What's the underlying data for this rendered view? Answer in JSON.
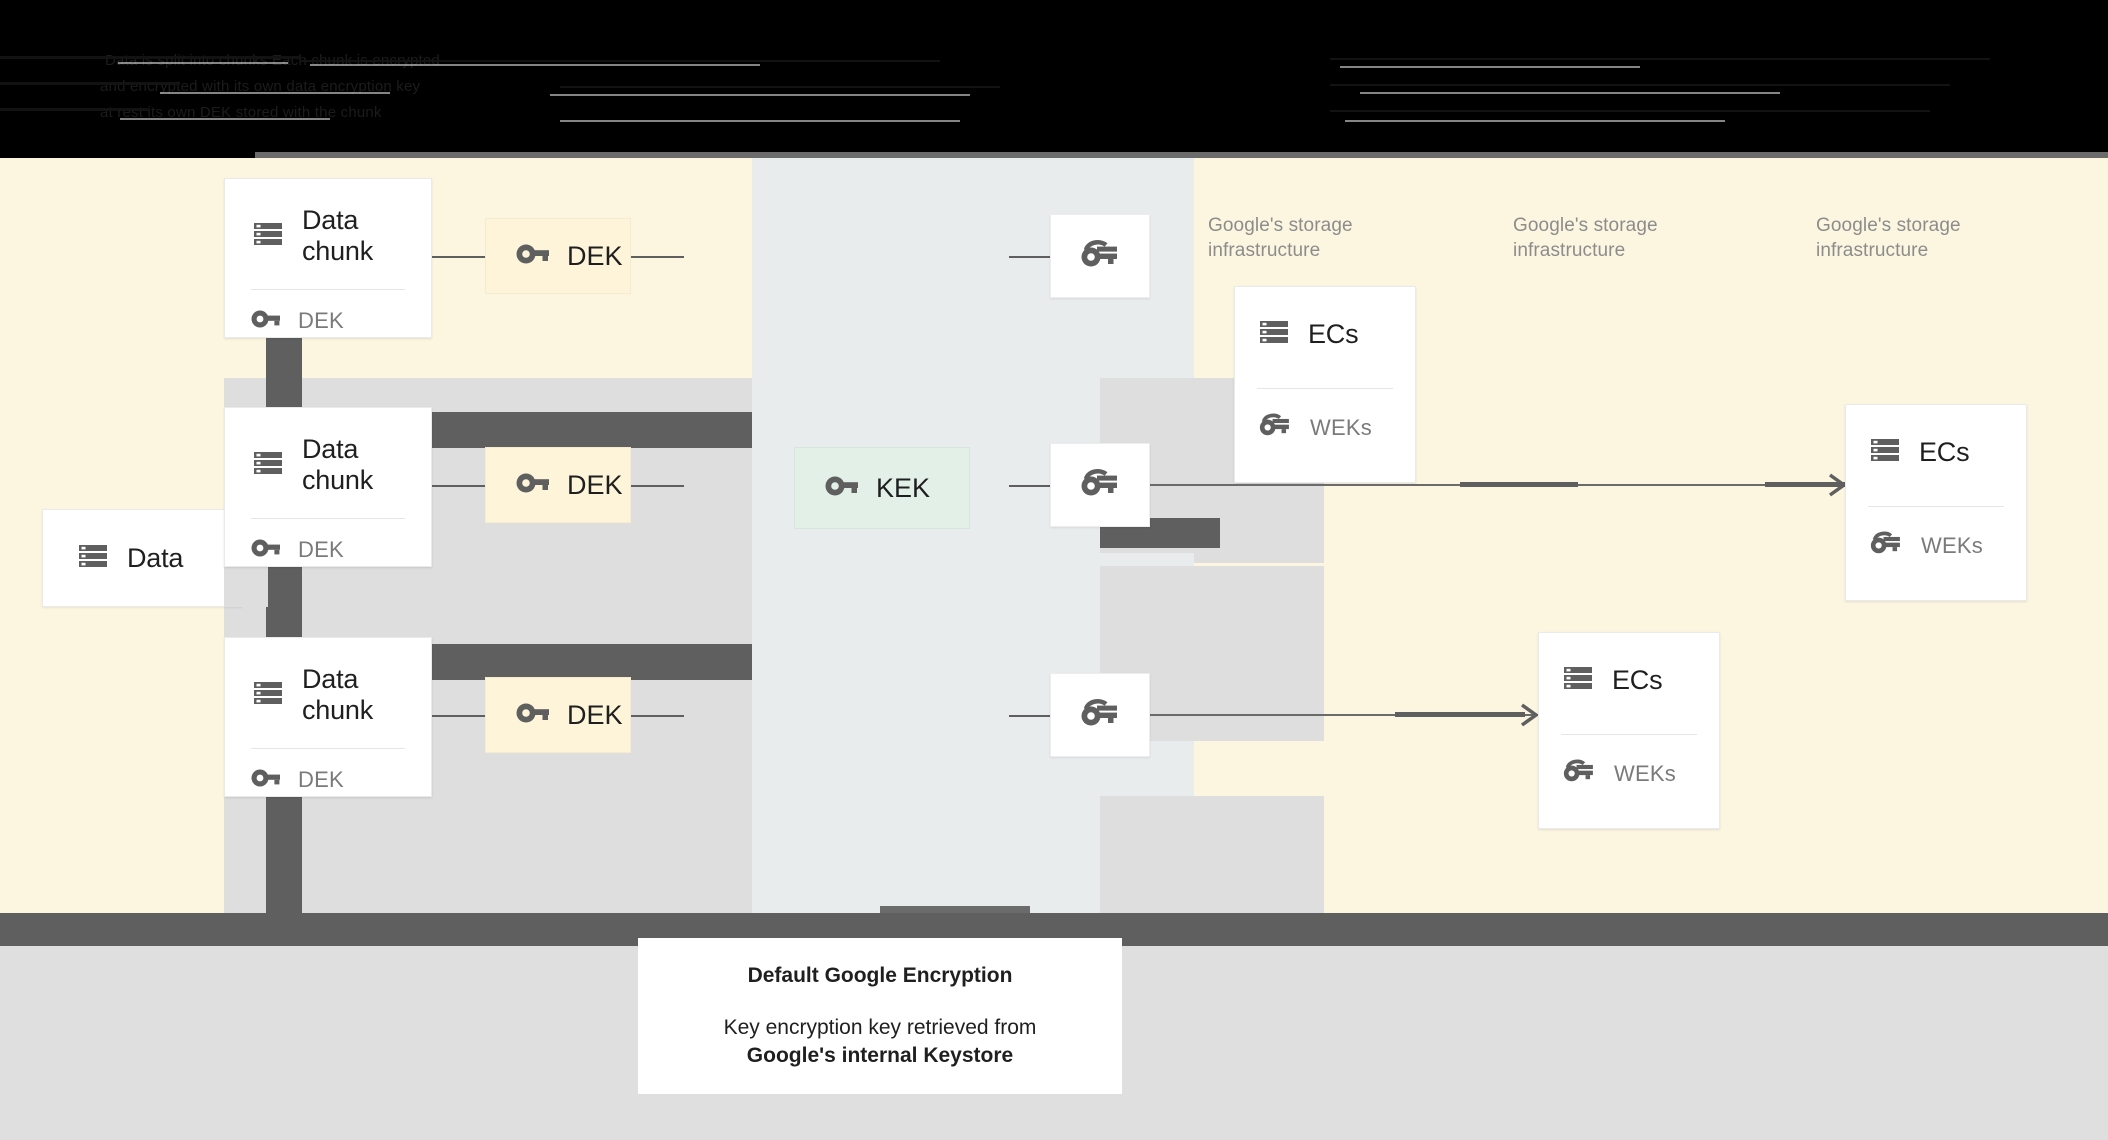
{
  "header": {
    "obscured": true,
    "note": "dark illegible text band",
    "lines": [
      "Data is       split into chunks          Each chunk is encrypted",
      "and           encrypted with            its own data encryption key",
      "at rest       its own DEK               stored with the chunk"
    ]
  },
  "diagram": {
    "source": {
      "label": "Data",
      "icon": "server-icon"
    },
    "chunks": [
      {
        "label": "Data chunk",
        "icon": "server-icon",
        "key_label": "DEK",
        "key_icon": "key-icon"
      },
      {
        "label": "Data chunk",
        "icon": "server-icon",
        "key_label": "DEK",
        "key_icon": "key-icon"
      },
      {
        "label": "Data chunk",
        "icon": "server-icon",
        "key_label": "DEK",
        "key_icon": "key-icon"
      }
    ],
    "deks": [
      {
        "label": "DEK",
        "icon": "key-icon"
      },
      {
        "label": "DEK",
        "icon": "key-icon"
      },
      {
        "label": "DEK",
        "icon": "key-icon"
      }
    ],
    "kek": {
      "label": "KEK",
      "icon": "key-icon"
    },
    "wrapped_keys": [
      {
        "icon": "wrapped-key-icon"
      },
      {
        "icon": "wrapped-key-icon"
      },
      {
        "icon": "wrapped-key-icon"
      }
    ],
    "infra_labels": [
      "Google's storage\ninfrastructure",
      "Google's storage\ninfrastructure",
      "Google's storage\ninfrastructure"
    ],
    "ec_cards": [
      {
        "label": "ECs",
        "icon": "server-icon",
        "key_label": "WEKs",
        "key_icon": "wrapped-key-icon"
      },
      {
        "label": "ECs",
        "icon": "server-icon",
        "key_label": "WEKs",
        "key_icon": "wrapped-key-icon"
      },
      {
        "label": "ECs",
        "icon": "server-icon",
        "key_label": "WEKs",
        "key_icon": "wrapped-key-icon"
      }
    ]
  },
  "caption": {
    "title": "Default Google Encryption",
    "line1": "Key encryption key retrieved from",
    "line2": "Google's internal Keystore"
  },
  "colors": {
    "bg_cream": "#FCF6E1",
    "bg_bluegray": "#E8ECEC",
    "bg_gray_col": "#DEDEDE",
    "dark_bar": "#5F5F5F",
    "dek_fill": "#FDF4DA",
    "kek_fill": "#E2F0E8",
    "card_white": "#FFFFFF",
    "bottom_gray": "#DFDFDF",
    "icon_gray": "#5F5F5F",
    "muted_text": "#7A7A7A",
    "infra_text": "#8C8C8C"
  }
}
